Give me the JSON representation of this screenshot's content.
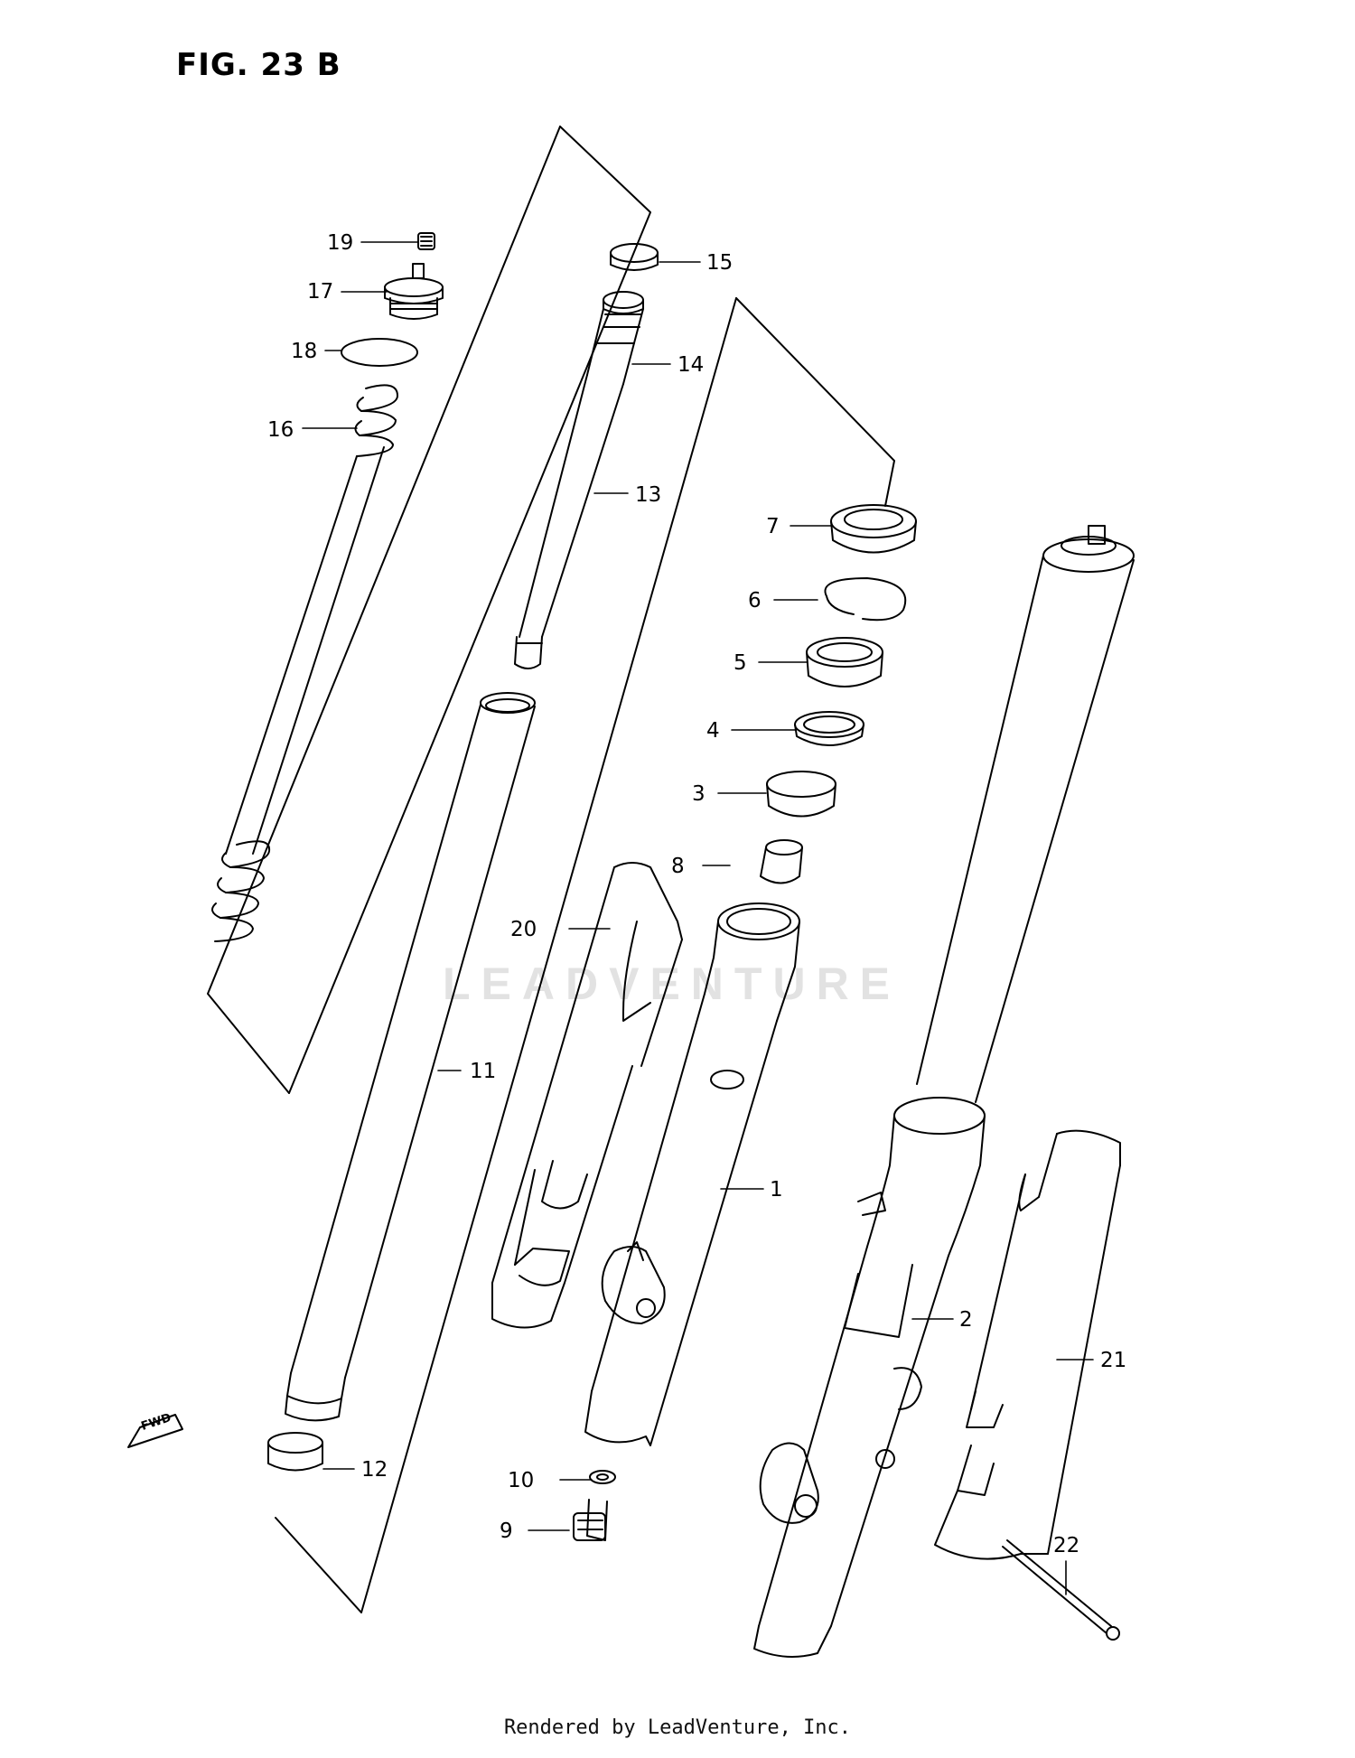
{
  "figure": {
    "title": "FIG. 23 B",
    "footer": "Rendered by LeadVenture, Inc.",
    "watermark": "LEADVENTURE",
    "fwd_label": "FWD"
  },
  "callouts": [
    {
      "id": "1",
      "label": "1"
    },
    {
      "id": "2",
      "label": "2"
    },
    {
      "id": "3",
      "label": "3"
    },
    {
      "id": "4",
      "label": "4"
    },
    {
      "id": "5",
      "label": "5"
    },
    {
      "id": "6",
      "label": "6"
    },
    {
      "id": "7",
      "label": "7"
    },
    {
      "id": "8",
      "label": "8"
    },
    {
      "id": "9",
      "label": "9"
    },
    {
      "id": "10",
      "label": "10"
    },
    {
      "id": "11",
      "label": "11"
    },
    {
      "id": "12",
      "label": "12"
    },
    {
      "id": "13",
      "label": "13"
    },
    {
      "id": "14",
      "label": "14"
    },
    {
      "id": "15",
      "label": "15"
    },
    {
      "id": "16",
      "label": "16"
    },
    {
      "id": "17",
      "label": "17"
    },
    {
      "id": "18",
      "label": "18"
    },
    {
      "id": "19",
      "label": "19"
    },
    {
      "id": "20",
      "label": "20"
    },
    {
      "id": "21",
      "label": "21"
    },
    {
      "id": "22",
      "label": "22"
    }
  ]
}
